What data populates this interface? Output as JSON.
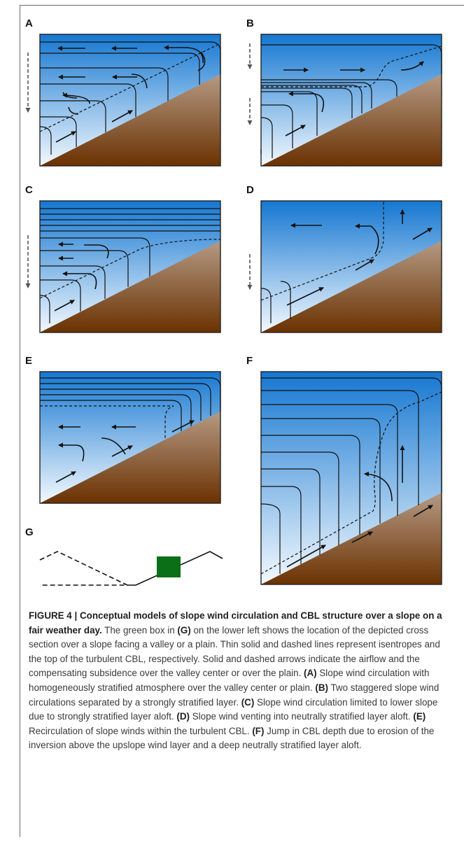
{
  "figure": {
    "panel_labels": [
      "A",
      "B",
      "C",
      "D",
      "E",
      "F",
      "G"
    ],
    "colors": {
      "sky_top": "#1577d1",
      "sky_bottom": "#f3f9fe",
      "slope_top": "#b59a84",
      "slope_bottom": "#6b3202",
      "box_green": "#0a6f16",
      "line": "#111111",
      "subsidence_arrow": "#555555"
    }
  },
  "caption": {
    "figure_number": "FIGURE 4 |",
    "title": "Conceptual models of slope wind circulation and CBL structure over a slope on a fair weather day.",
    "intro_before": "The green box in",
    "ref_g": "(G)",
    "intro_after": "on the lower left shows the location of the depicted cross section over a slope facing a valley or a plain. Thin solid and dashed lines represent isentropes and the top of the turbulent CBL, respectively. Solid and dashed arrows indicate the airflow and the compensating subsidence over the valley center or over the plain.",
    "ref_a": "(A)",
    "text_a": "Slope wind circulation with homogeneously stratified atmosphere over the valley center or plain.",
    "ref_b": "(B)",
    "text_b": "Two staggered slope wind circulations separated by a strongly stratified layer.",
    "ref_c": "(C)",
    "text_c": "Slope wind circulation limited to lower slope due to strongly stratified layer aloft.",
    "ref_d": "(D)",
    "text_d": "Slope wind venting into neutrally stratified layer aloft.",
    "ref_e": "(E)",
    "text_e": "Recirculation of slope winds within the turbulent CBL.",
    "ref_f": "(F)",
    "text_f": "Jump in CBL depth due to erosion of the inversion above the upslope wind layer and a deep neutrally stratified layer aloft."
  }
}
